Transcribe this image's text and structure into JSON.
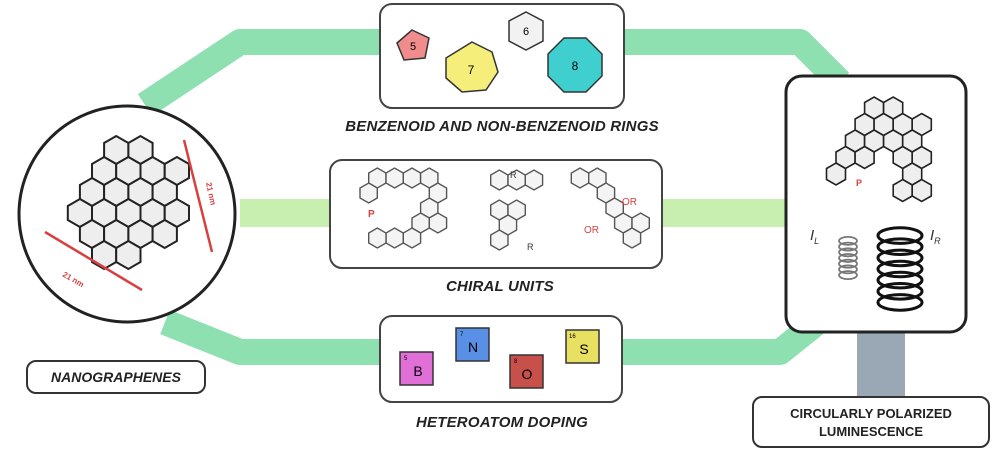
{
  "labels": {
    "rings": "BENZENOID AND NON-BENZENOID RINGS",
    "chiral": "CHIRAL UNITS",
    "hetero": "HETEROATOM DOPING",
    "nano": "NANOGRAPHENES",
    "cpl_line1": "CIRCULARLY POLARIZED",
    "cpl_line2": "LUMINESCENCE"
  },
  "rings": [
    {
      "n": "5",
      "color": "#f08c8c"
    },
    {
      "n": "7",
      "color": "#f6ee7a"
    },
    {
      "n": "6",
      "color": "#f2f2f2"
    },
    {
      "n": "8",
      "color": "#3fcfcf"
    }
  ],
  "atoms": [
    {
      "symbol": "B",
      "z": "5",
      "color": "#e070d8"
    },
    {
      "symbol": "N",
      "z": "7",
      "color": "#5a8fe6"
    },
    {
      "symbol": "O",
      "z": "8",
      "color": "#c8504a"
    },
    {
      "symbol": "S",
      "z": "16",
      "color": "#e8e060"
    }
  ],
  "chiral": {
    "p": "P",
    "r": "R",
    "or": "OR"
  },
  "dimension": "21 nm",
  "cpl": {
    "il": "I",
    "il_sub": "L",
    "ir": "I",
    "ir_sub": "R",
    "p": "P"
  },
  "colors": {
    "band": "#8fe0b0",
    "band_mid": "#c8efb0",
    "stem": "#9aa8b5",
    "outline": "#333333"
  }
}
